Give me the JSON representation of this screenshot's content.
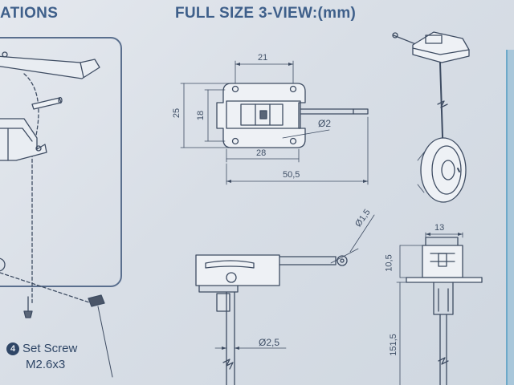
{
  "headings": {
    "left": "ATIONS",
    "right": "FULL SIZE 3-VIEW:(mm)"
  },
  "dimensions": {
    "width_21": "21",
    "height_25": "25",
    "height_18": "18",
    "hole_dia_2": "Ø2",
    "width_28": "28",
    "length_50_5": "50,5",
    "pin_dia_1_5": "Ø1,5",
    "wire_dia_2_5": "Ø2,5",
    "width_13": "13",
    "height_10_5": "10,5",
    "leg_151_5": "151,5"
  },
  "legend": {
    "number": "4",
    "label": "Set Screw",
    "spec": "M2.6x3"
  },
  "colors": {
    "paper": "#dfe4ea",
    "ink": "#3e4c62",
    "heading": "#3e5f8a",
    "accent_edge": "#6da9c9"
  }
}
